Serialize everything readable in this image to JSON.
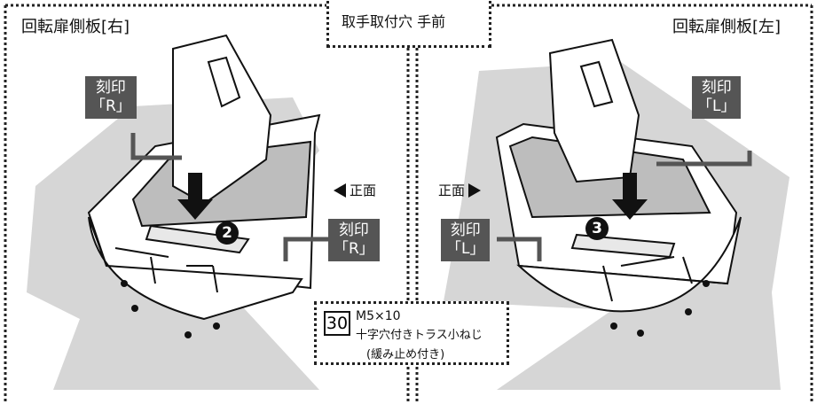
{
  "panels": {
    "right_door": {
      "title": "回転扉側板[右]",
      "stamp_upper": [
        "刻印",
        "「R」"
      ],
      "stamp_lower": [
        "刻印",
        "「R」"
      ],
      "direction_label": "正面",
      "step": "2"
    },
    "left_door": {
      "title": "回転扉側板[左]",
      "stamp_upper": [
        "刻印",
        "「L」"
      ],
      "stamp_lower": [
        "刻印",
        "「L」"
      ],
      "direction_label": "正面",
      "step": "3"
    }
  },
  "top_note": {
    "label": "取手取付穴 手前"
  },
  "screw_part": {
    "number": "30",
    "size": "M5×10",
    "name": "十字穴付きトラス小ねじ",
    "note": "(緩み止め付き)"
  },
  "colors": {
    "background_shape": "#d6d6d6",
    "stamp_box": "#555555",
    "frame": "#222222"
  }
}
